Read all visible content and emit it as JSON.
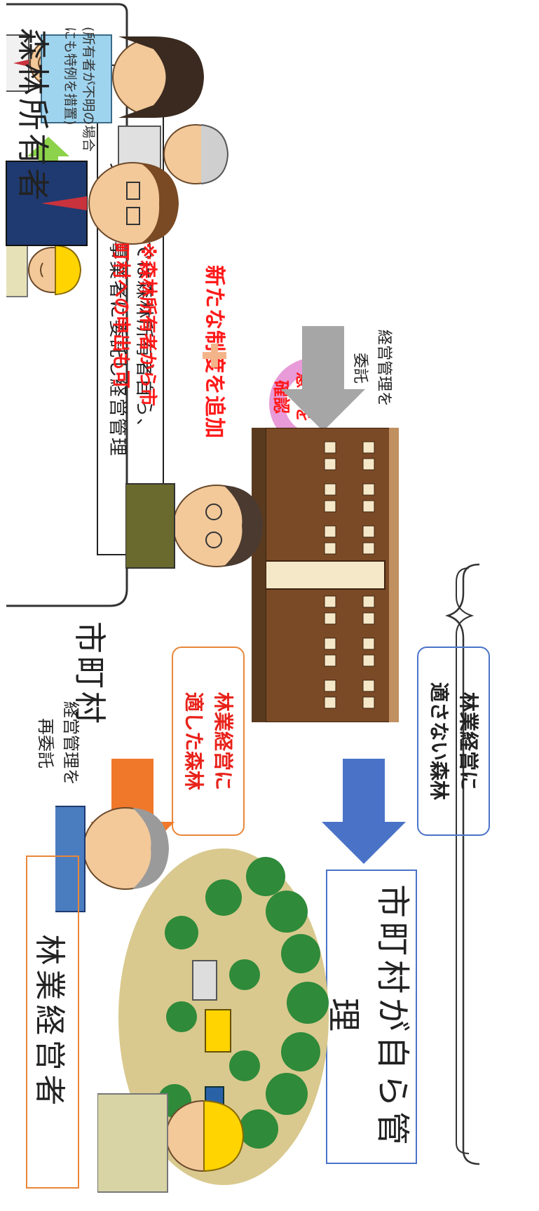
{
  "previous_method": {
    "line1": "これまでは森林所有者自ら、",
    "line2": "又は民間事業者に委託し経営管理"
  },
  "new_system_label": "新たな制度を追加",
  "confirm_intent": {
    "line1": "意向を",
    "line2": "確認"
  },
  "consign": {
    "line1": "経営管理を",
    "line2": "委託"
  },
  "forest_owner": {
    "title": "森林所有者",
    "note_line1": "(所有者が不明の場合",
    "note_line2": "にも特例を措置)"
  },
  "special_note": {
    "line1": "※森林所有者から市",
    "line2": "町村への申出も可"
  },
  "municipality": "市町村",
  "unsuitable_forest": {
    "line1": "林業経営に",
    "line2": "適さない森林"
  },
  "suitable_forest": {
    "line1": "林業経営に",
    "line2": "適した森林"
  },
  "municipality_self_manage": "市町村が自ら管理",
  "reconsign": {
    "line1": "経営管理を",
    "line2": "再委託"
  },
  "forestry_operator": "林業経営者",
  "colors": {
    "blue_arrow": "#4a73c8",
    "orange_arrow": "#f0782a",
    "gray_arrow": "#a6a6a6",
    "green_arrow": "#8cd24a",
    "red_text": "#ff1a1a"
  }
}
